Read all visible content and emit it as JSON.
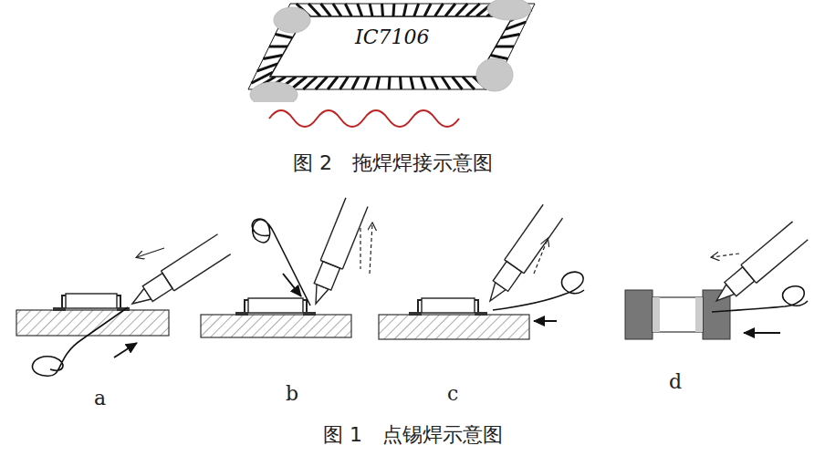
{
  "diagram": {
    "caption": "图 1　点锡焊示意图",
    "nodes": [
      {
        "text": [
          "IC7106"
        ]
      }
    ],
    "edges": [],
    "labels": [
      "图 2　拖焊焊接示意图",
      "a",
      "b",
      "c",
      "d"
    ]
  }
}
